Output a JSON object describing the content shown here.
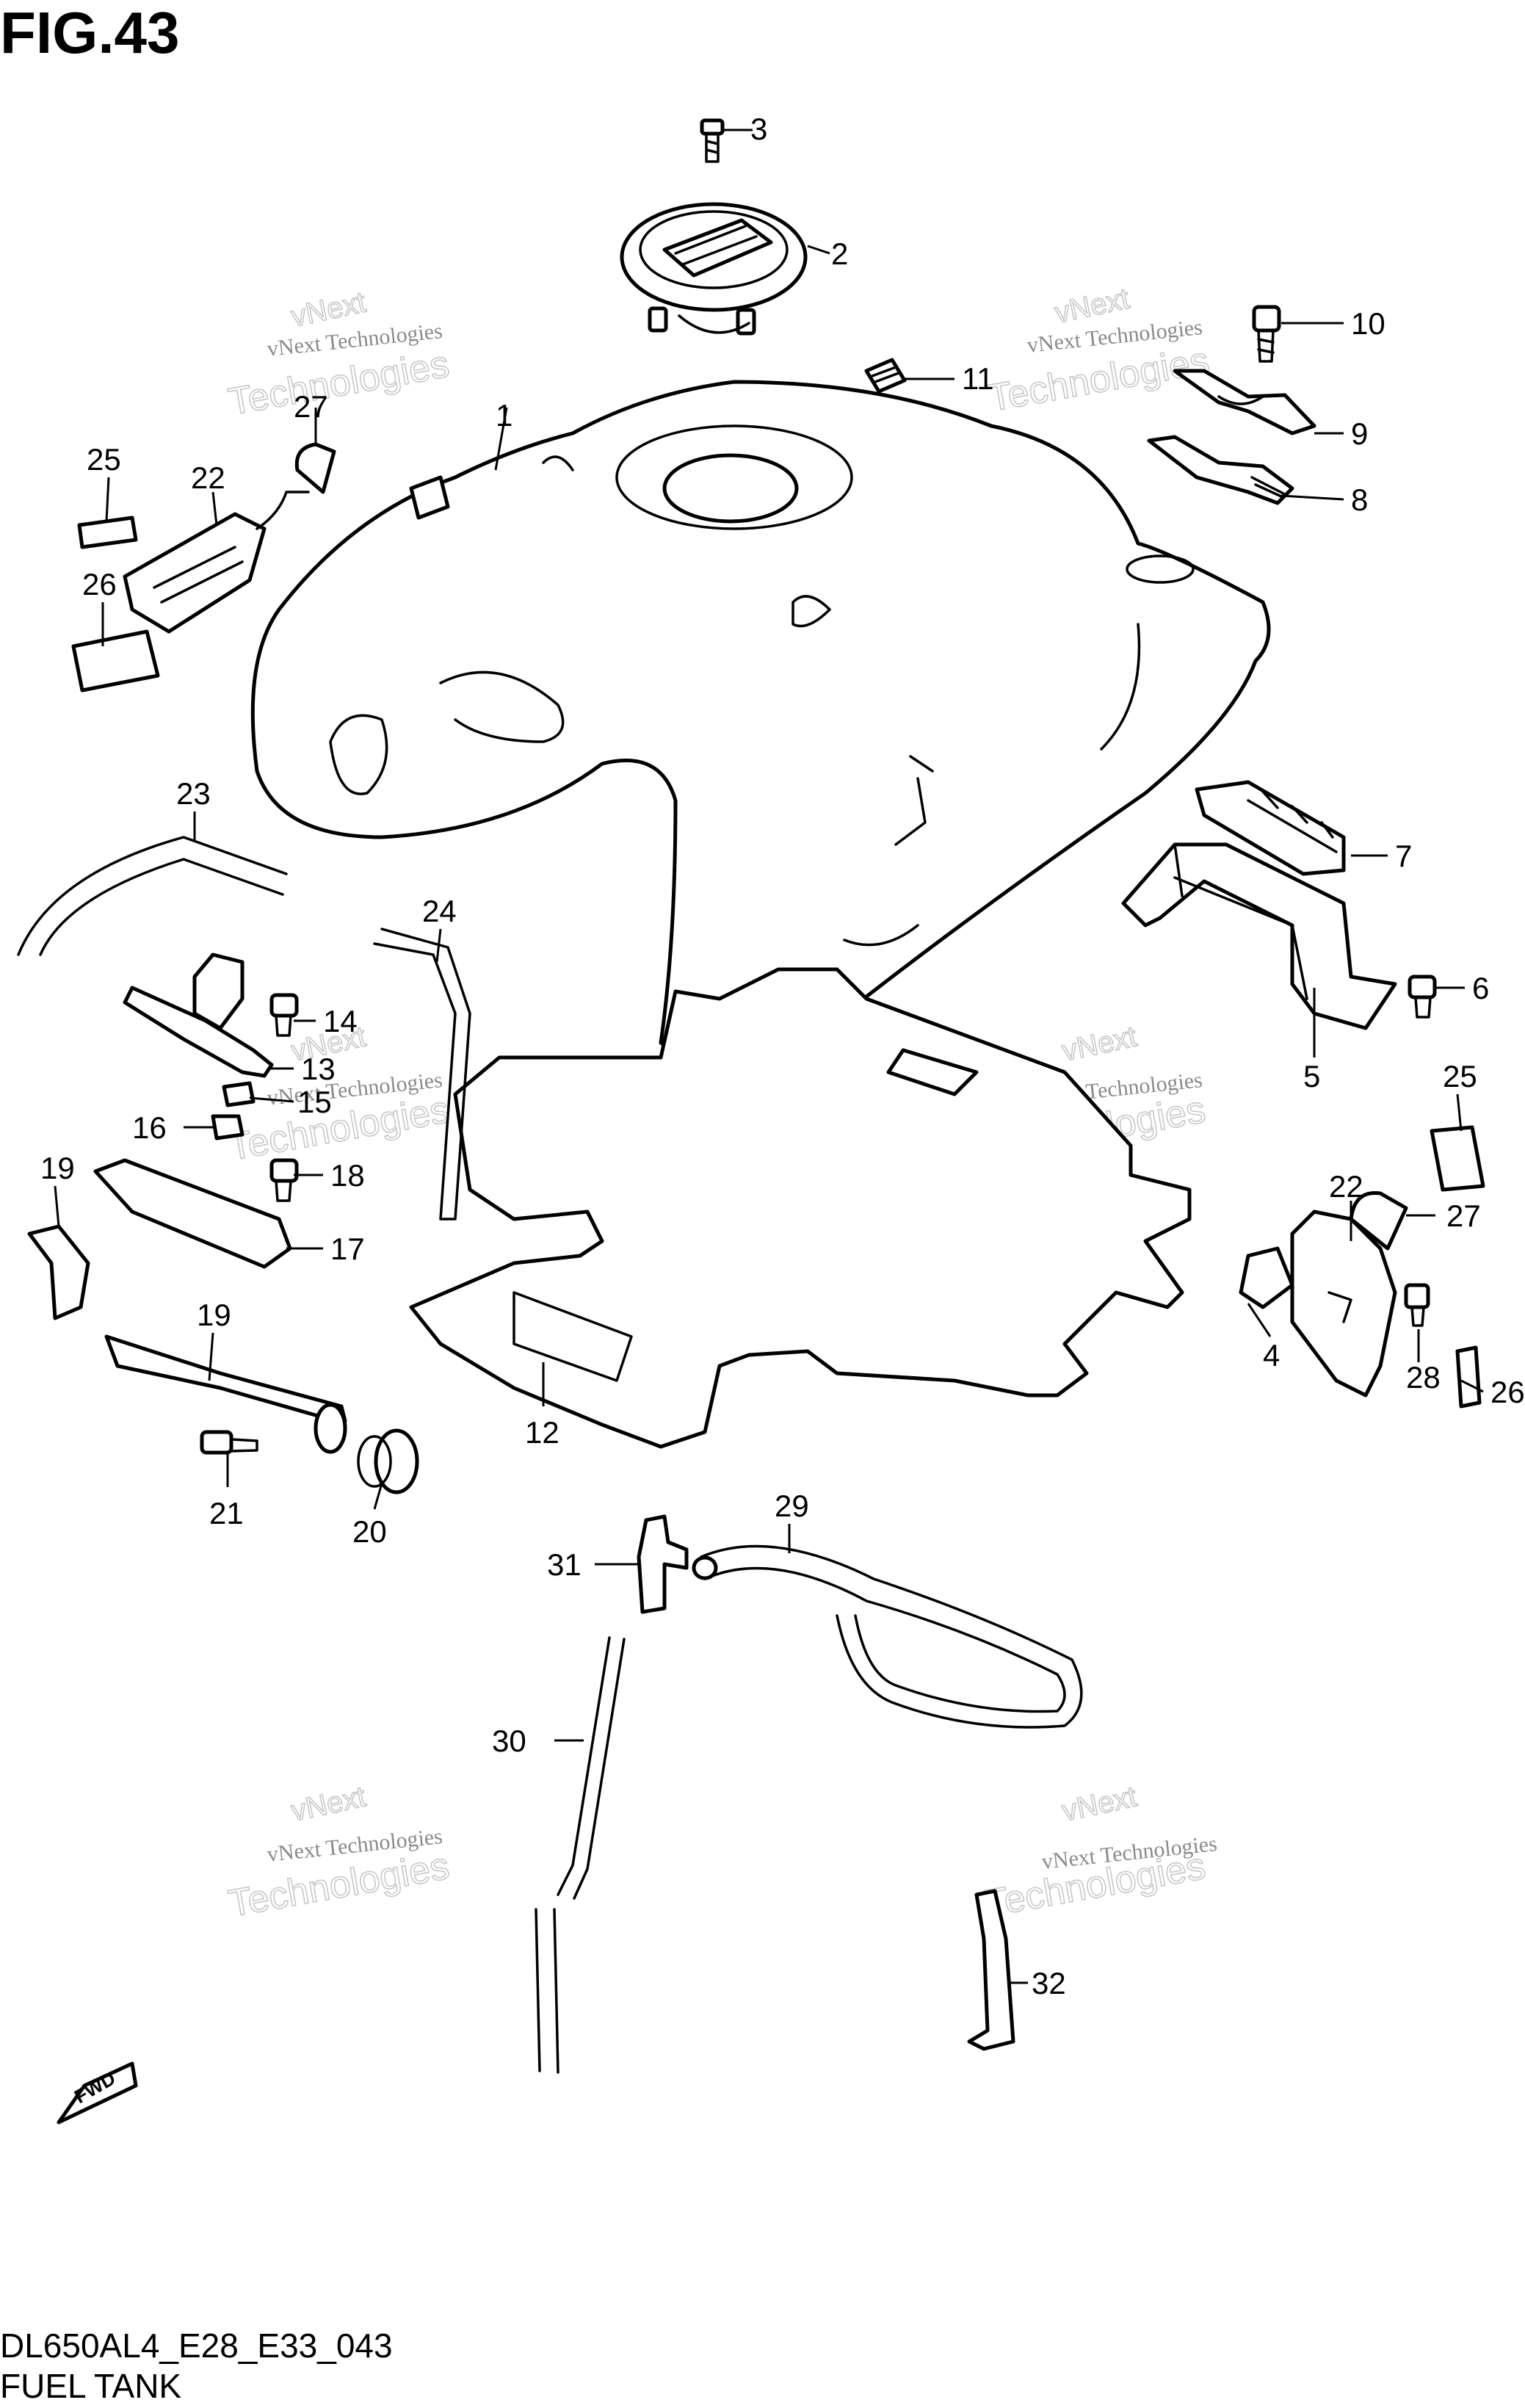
{
  "figure": {
    "title": "FIG.43",
    "model_code": "DL650AL4_E28_E33_043",
    "caption": "FUEL TANK",
    "fwd_label": "FWD"
  },
  "watermark": {
    "line1": "vNext Technologies",
    "line2": "Technologies",
    "line0": "vNext"
  },
  "callouts": [
    {
      "id": "1",
      "label": "1"
    },
    {
      "id": "2",
      "label": "2"
    },
    {
      "id": "3",
      "label": "3"
    },
    {
      "id": "4",
      "label": "4"
    },
    {
      "id": "5",
      "label": "5"
    },
    {
      "id": "6",
      "label": "6"
    },
    {
      "id": "7",
      "label": "7"
    },
    {
      "id": "8",
      "label": "8"
    },
    {
      "id": "9",
      "label": "9"
    },
    {
      "id": "10",
      "label": "10"
    },
    {
      "id": "11",
      "label": "11"
    },
    {
      "id": "12",
      "label": "12"
    },
    {
      "id": "13",
      "label": "13"
    },
    {
      "id": "14",
      "label": "14"
    },
    {
      "id": "15",
      "label": "15"
    },
    {
      "id": "16",
      "label": "16"
    },
    {
      "id": "17",
      "label": "17"
    },
    {
      "id": "18",
      "label": "18"
    },
    {
      "id": "19a",
      "label": "19"
    },
    {
      "id": "19b",
      "label": "19"
    },
    {
      "id": "20",
      "label": "20"
    },
    {
      "id": "21",
      "label": "21"
    },
    {
      "id": "22a",
      "label": "22"
    },
    {
      "id": "22b",
      "label": "22"
    },
    {
      "id": "23",
      "label": "23"
    },
    {
      "id": "24",
      "label": "24"
    },
    {
      "id": "25a",
      "label": "25"
    },
    {
      "id": "25b",
      "label": "25"
    },
    {
      "id": "26a",
      "label": "26"
    },
    {
      "id": "26b",
      "label": "26"
    },
    {
      "id": "27a",
      "label": "27"
    },
    {
      "id": "27b",
      "label": "27"
    },
    {
      "id": "28",
      "label": "28"
    },
    {
      "id": "29",
      "label": "29"
    },
    {
      "id": "30",
      "label": "30"
    },
    {
      "id": "31",
      "label": "31"
    },
    {
      "id": "32",
      "label": "32"
    }
  ]
}
